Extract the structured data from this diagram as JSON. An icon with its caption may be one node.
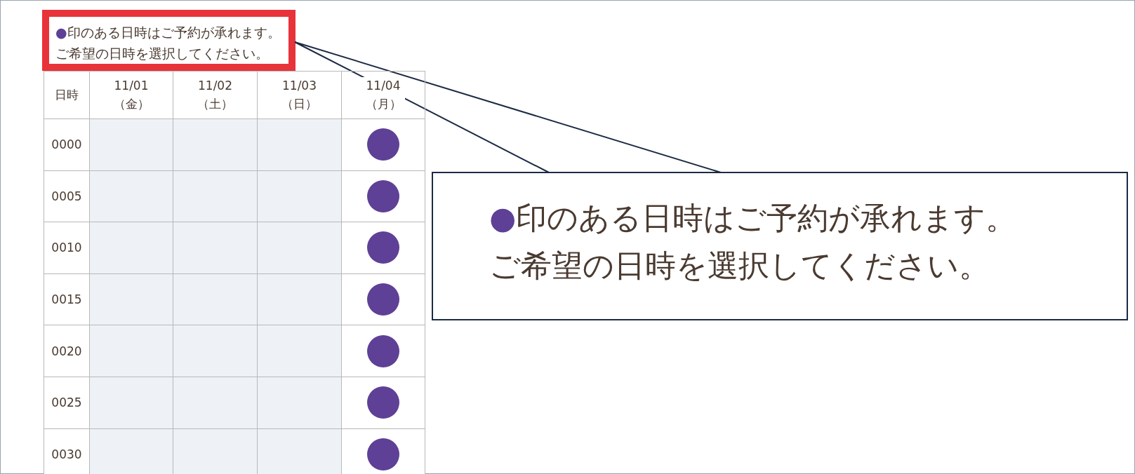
{
  "diagram": {
    "nodes": [
      {
        "text": [
          "●印のある日時はご予約が承れます。",
          "ご希望の日時を選択してください。"
        ]
      },
      {
        "text": [
          "●印のある日時はご予約が承れます。",
          "ご希望の日時を選択してください。"
        ]
      }
    ],
    "edges": [
      {
        "from": 1,
        "to": 0,
        "arrow": "none"
      }
    ],
    "labels": [
      "日時",
      "11/01（金）",
      "11/02（土）",
      "11/03（日）",
      "11/04（月）",
      "0000",
      "0005",
      "0010",
      "0015",
      "0020",
      "0025",
      "0030"
    ]
  }
}
